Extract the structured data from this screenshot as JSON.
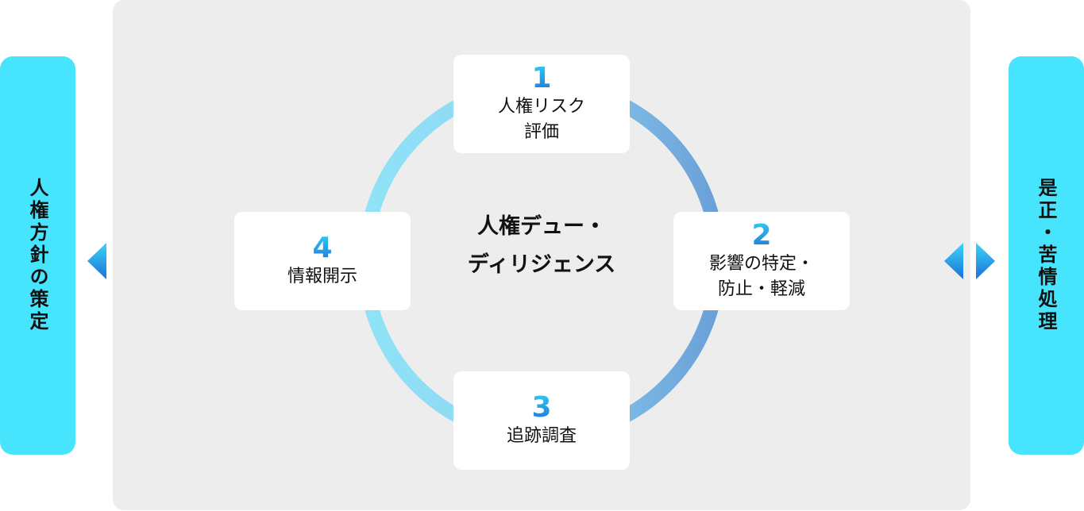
{
  "left_panel": {
    "label": "人権方針の策定"
  },
  "right_panel": {
    "label": "是正・苦情処理"
  },
  "center": {
    "title": "人権デュー・\nディリジェンス"
  },
  "steps": [
    {
      "number": "1",
      "label": "人権リスク\n評価"
    },
    {
      "number": "2",
      "label": "影響の特定・\n防止・軽減"
    },
    {
      "number": "3",
      "label": "追跡調査"
    },
    {
      "number": "4",
      "label": "情報開示"
    }
  ],
  "colors": {
    "side_pill": "#47e4fd",
    "panel_bg": "#ededed",
    "ring_light": "#8fe3f7",
    "ring_dark": "#6a9fd8",
    "number_gradient_top": "#2fd0f5",
    "number_gradient_bottom": "#1f6fd6"
  },
  "icons": {
    "left_arrows": "bidirectional-arrow-icon",
    "right_arrows": "bidirectional-arrow-icon"
  }
}
